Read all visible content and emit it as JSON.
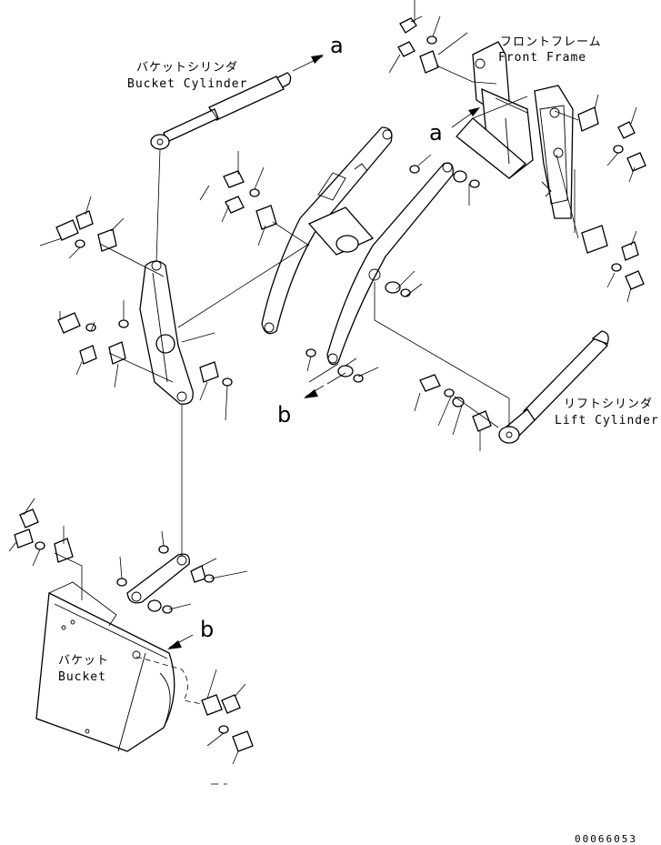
{
  "labels": {
    "bucket_cylinder_jp": "バケットシリンダ",
    "bucket_cylinder_en": "Bucket Cylinder",
    "front_frame_jp": "フロントフレーム",
    "front_frame_en": "Front Frame",
    "lift_cylinder_jp": "リフトシリンダ",
    "lift_cylinder_en": "Lift Cylinder",
    "bucket_jp": "バケット",
    "bucket_en": "Bucket"
  },
  "refs": {
    "a_top": "a",
    "a_frame": "a",
    "b_arm": "b",
    "b_bucket": "b"
  },
  "document_number": "00066053"
}
